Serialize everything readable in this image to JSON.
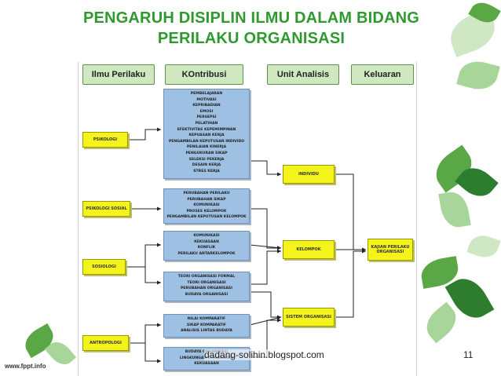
{
  "slide": {
    "title_line1": "PENGARUH DISIPLIN ILMU DALAM BIDANG",
    "title_line2": "PERILAKU ORGANISASI",
    "footer_url": "dadang-solihin.blogspot.com",
    "page_number": "11",
    "watermark": "www.fppt.info"
  },
  "colors": {
    "title": "#2e9a2e",
    "header_fill": "#cfe8c0",
    "discipline_fill": "#f4f41c",
    "contribution_fill": "#9ec0e2"
  },
  "headers": [
    "Ilmu Perilaku",
    "KOntribusi",
    "Unit Analisis",
    "Keluaran"
  ],
  "disciplines": {
    "psikologi": "PSIKOLOGI",
    "psikologi_sosial": "PSIKOLOGI SOSIAL",
    "sosiologi": "SOSIOLOGI",
    "antropologi": "ANTROPOLOGI"
  },
  "contributions": {
    "psikologi": [
      "PEMBELAJARAN",
      "MOTIVASI",
      "KEPRIBADIAN",
      "EMOSI",
      "PERSEPSI",
      "PELATIHAN",
      "EFEKTIVITAS KEPEMIMPINAN",
      "KEPUASAN KERJA",
      "PENGAMBILAN KEPUTUSAN INDIVIDU",
      "PENILAIAN KINERJA",
      "PENGUKURAN SIKAP",
      "SELEKSI PEKERJA",
      "DESAIN KERJA",
      "STRES KERJA"
    ],
    "psikologi_sosial": [
      "PERUBAHAN PERILAKU",
      "PERUBAHAN SIKAP",
      "KOMUNIKASI",
      "PROSES KELOMPOK",
      "PENGAMBILAN KEPUTUSAN KELOMPOK"
    ],
    "sosiologi_a": [
      "KOMUNIKASI",
      "KEKUASAAN",
      "KONFLIK",
      "PERILAKU ANTARKELOMPOK"
    ],
    "sosiologi_b": [
      "TEORI ORGANISASI FORMAL",
      "TEORI ORGANISASI",
      "PERUBAHAN ORGANISASI",
      "BUDAYA ORGANISASI"
    ],
    "antropologi_a": [
      "NILAI KOMPARATIF",
      "SIKAP KOMPARATIF",
      "ANALISIS LINTAS BUDAYA"
    ],
    "antropologi_b": [
      "BUDAYA ORGANISASI",
      "LINGKUNGAN ORGANISASI",
      "KEKUASAAN"
    ]
  },
  "units": {
    "individu": "INDIVIDU",
    "kelompok": "KELOMPOK",
    "sistem": "SISTEM ORGANISASI"
  },
  "output": [
    "KAJIAN PERILAKU",
    "ORGANISASI"
  ]
}
